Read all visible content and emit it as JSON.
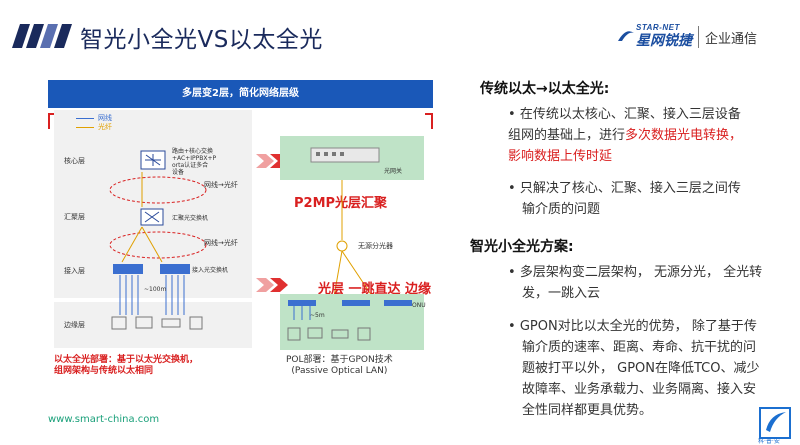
{
  "header": {
    "title": "智光小全光VS以太全光",
    "brand_en": "STAR-NET",
    "brand_cn": "星网锐捷",
    "brand_sub": "企业通信"
  },
  "diagram": {
    "banner": "多层变2层，简化网络层级",
    "legend": [
      {
        "label": "网线",
        "color": "#3b6fd0"
      },
      {
        "label": "光纤",
        "color": "#e0a000"
      }
    ],
    "layers": [
      "核心层",
      "汇聚层",
      "接入层",
      "边缘层"
    ],
    "core_note": "路由+核心交换\n+AC+IPPBX+P\norta认证多合\n设备",
    "cable_to_fiber_1": "网线→光纤",
    "agg_switch": "汇聚光交换机",
    "cable_to_fiber_2": "网线→光纤",
    "access_switch": "接入光交换机",
    "distance_100m": "~100m",
    "olt_label": "光网关",
    "p2mp_label": "P2MP光层汇聚",
    "splitter_label": "无源分光器",
    "onelayer_label": "光层 一跳直达 边缘",
    "onu_label": "ONU",
    "distance_5m": "~5m",
    "left_note": "以太全光部署：基于以太光交换机，\n组网架构与传统以太相同",
    "pol_note": "POL部署：基于GPON技术\n(Passive Optical LAN)"
  },
  "right": {
    "heading1": "传统以太→以太全光:",
    "b1_part1": "在传统以太核心、汇聚、接入三层设备",
    "b1_part2": "组网的基础上，进行",
    "b1_red1": "多次数据光电转换，",
    "b1_red2": "影响数据上传时延",
    "b2_line1": "只解决了核心、汇聚、接入三层之间传",
    "b2_line2": "输介质的问题",
    "heading2": "智光小全光方案:",
    "b3_line1": "多层架构变二层架构， 无源分光， 全光转",
    "b3_line2": "发，一跳入云",
    "b4_line1": "GPON对比以太全光的优势， 除了基于传",
    "b4_line2": "输介质的速率、距离、寿命、抗干扰的问",
    "b4_line3": "题被打平以外， GPON在降低TCO、减少",
    "b4_line4": "故障率、业务承载力、业务隔离、接入安",
    "b4_line5": "全性同样都更具优势。"
  },
  "footer": {
    "url": "www.smart-china.com",
    "corner_text": "科·普·安"
  },
  "colors": {
    "accent_blue": "#1a58b8",
    "accent_red": "#d92020",
    "title_navy": "#1a2a5c",
    "green": "#bfe3c7"
  }
}
